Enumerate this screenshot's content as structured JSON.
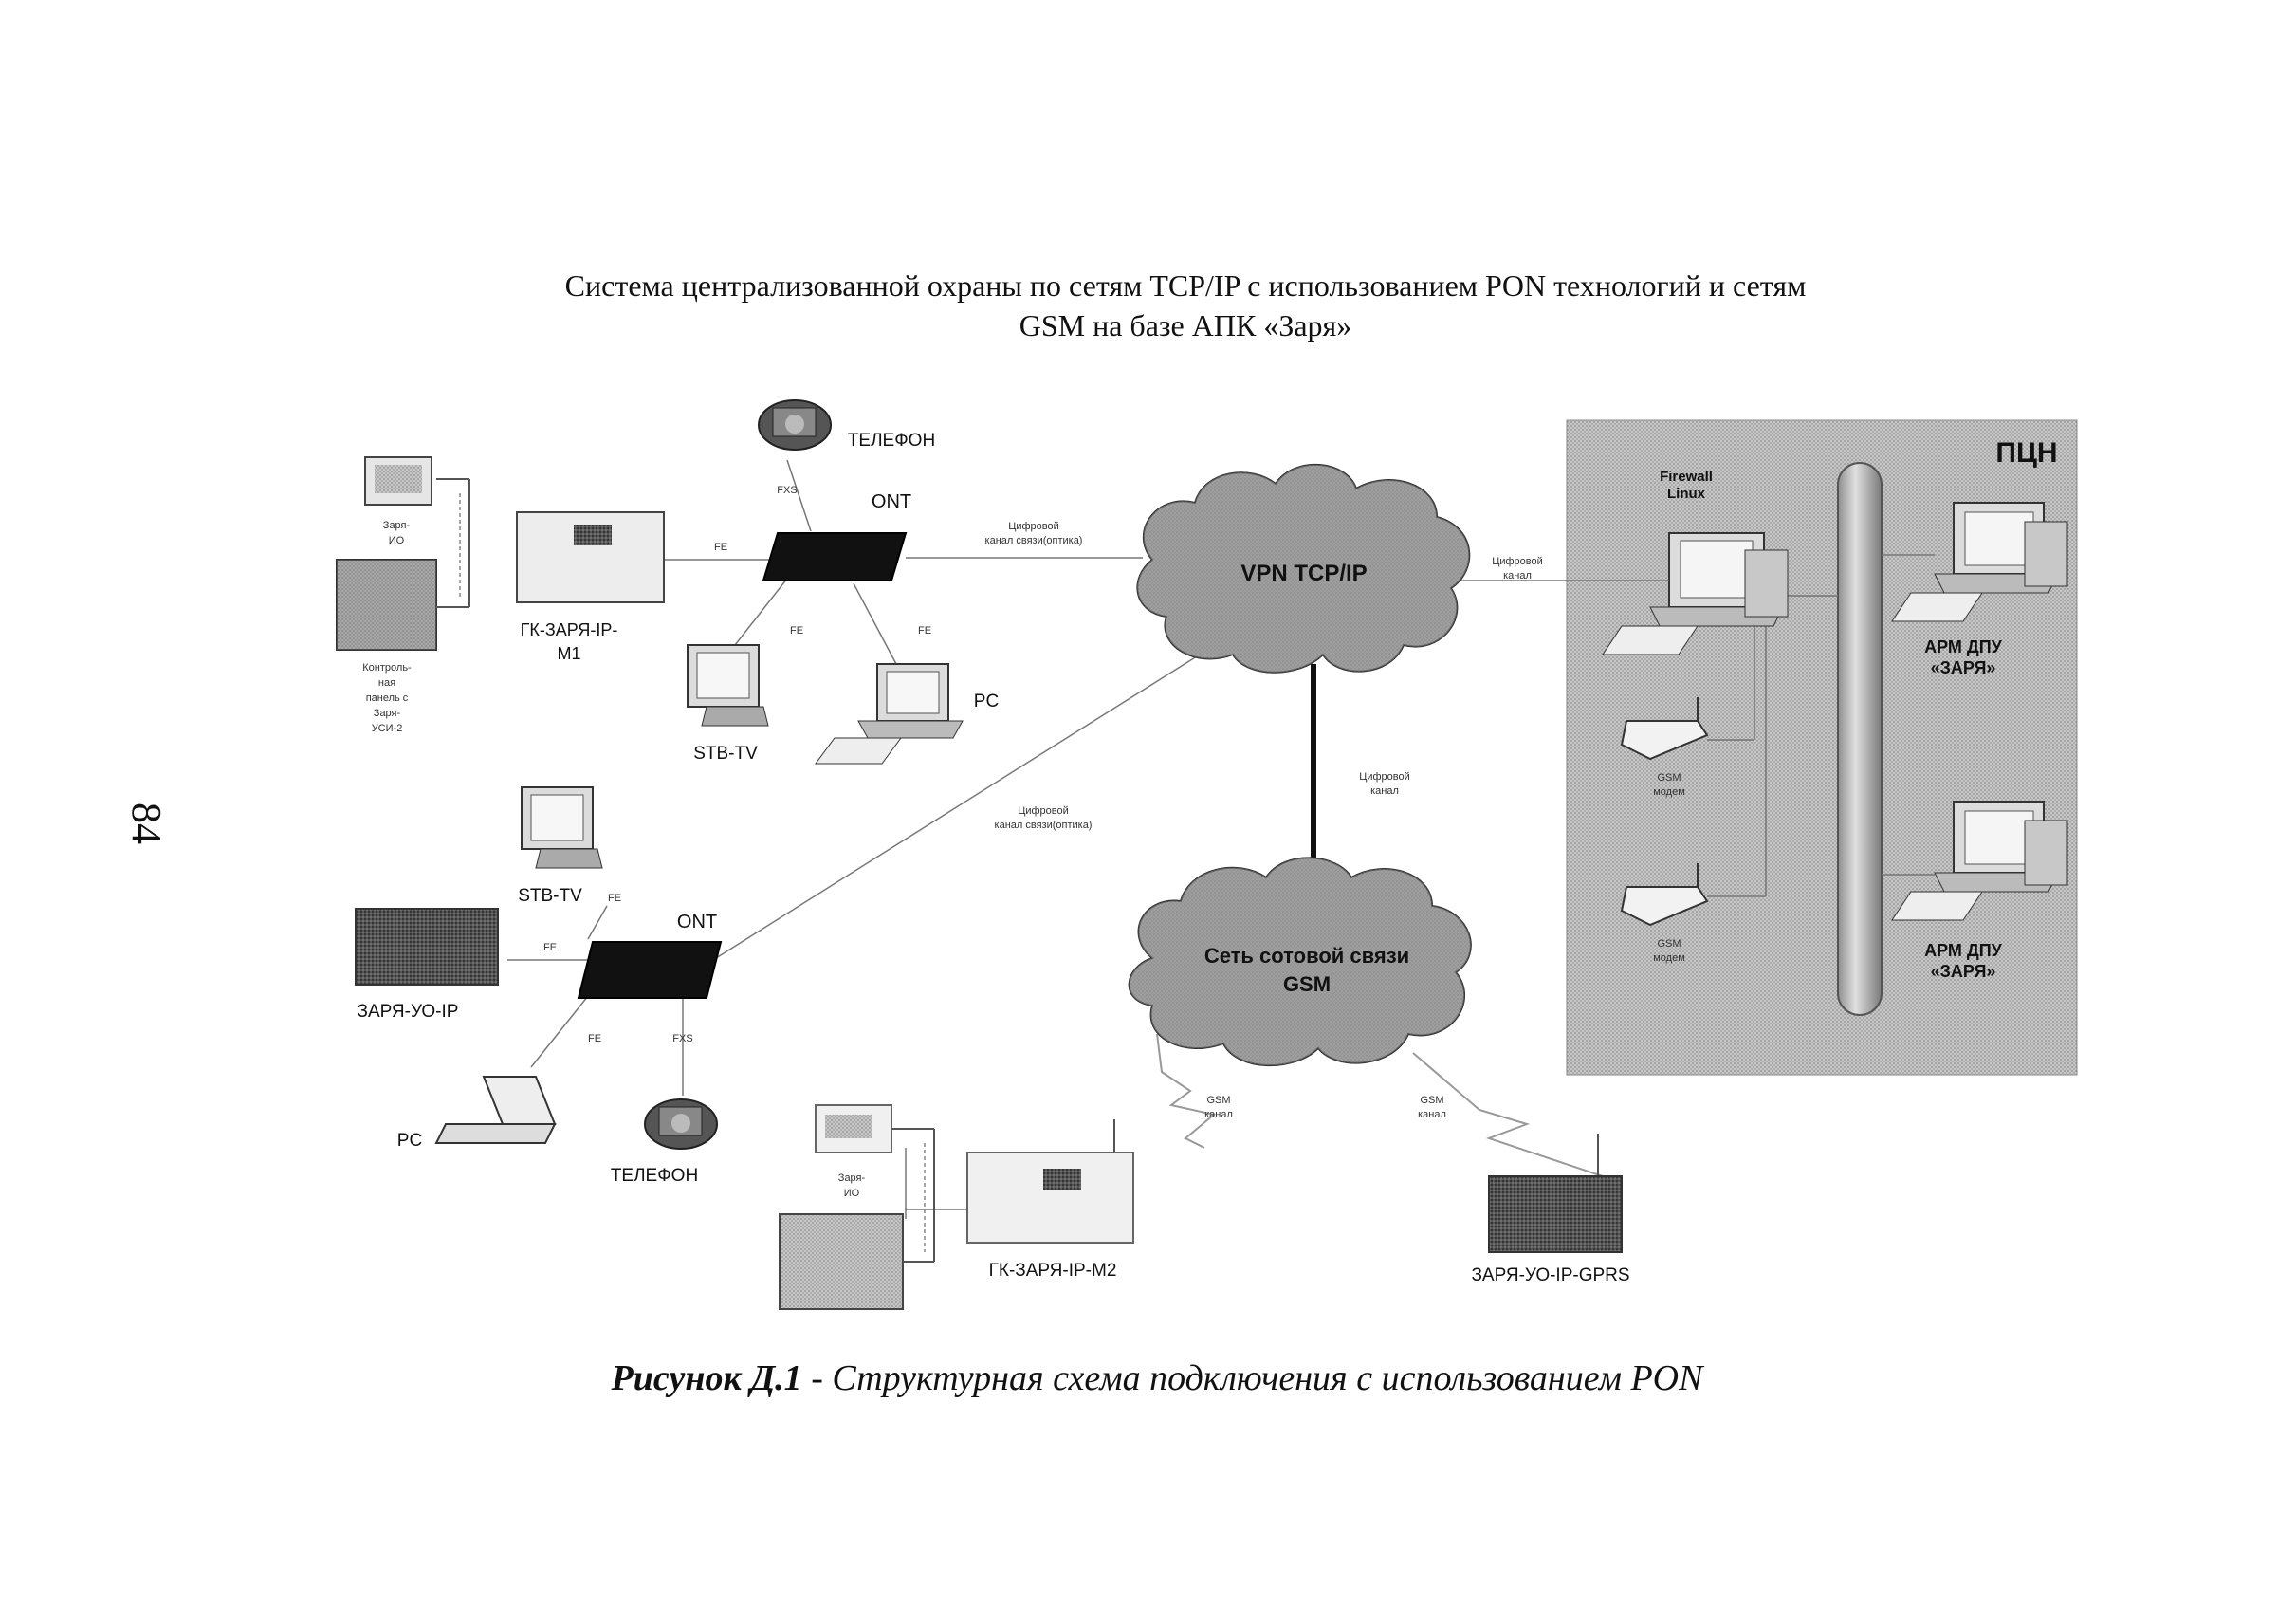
{
  "page": {
    "number": "84",
    "title_line1": "Система централизованной охраны по сетям TCP/IP с использованием PON технологий и  сетям",
    "title_line2": "GSM на базе АПК «Заря»",
    "caption_prefix": "Рисунок Д.1",
    "caption_text": " - Структурная схема подключения с использованием PON"
  },
  "diagram": {
    "pcn_label": "ПЦН",
    "firewall_label_1": "Firewall",
    "firewall_label_2": "Linux",
    "arm1_label_1": "АРМ ДПУ",
    "arm1_label_2": "«ЗАРЯ»",
    "arm2_label_1": "АРМ ДПУ",
    "arm2_label_2": "«ЗАРЯ»",
    "vpn_label": "VPN TCP/IP",
    "gsm_cloud_label_1": "Сеть сотовой связи",
    "gsm_cloud_label_2": "GSM",
    "top": {
      "phone_label": "ТЕЛЕФОН",
      "ont_label": "ONT",
      "fxs_label": "FXS",
      "fe_main_label": "FE",
      "fe_tv_label": "FE",
      "fe_pc_label": "FE",
      "gk_label_1": "ГК-ЗАРЯ-IP-",
      "gk_label_2": "М1",
      "stb_label": "STB-TV",
      "pc_label": "PC",
      "zarya_io_label_1": "Заря-",
      "zarya_io_label_2": "ИО",
      "panel_label_1": "Контроль-",
      "panel_label_2": "ная",
      "panel_label_3": "панель с",
      "panel_label_4": "Заря-",
      "panel_label_5": "УСИ-2",
      "link_label_1": "Цифровой",
      "link_label_2": "канал связи(оптика)"
    },
    "bottom": {
      "stb_label": "STB-TV",
      "fe_tv_label": "FE",
      "ont_label": "ONT",
      "fe_uo_label": "FE",
      "uo_label": "ЗАРЯ-УО-IP",
      "fe_pc_label": "FE",
      "fxs_label": "FXS",
      "pc_label": "PC",
      "phone_label": "ТЕЛЕФОН",
      "link_label_1": "Цифровой",
      "link_label_2": "канал связи(оптика)"
    },
    "vpn_link_label_1": "Цифровой",
    "vpn_link_label_2": "канал",
    "gsm_vertical_label_1": "Цифровой",
    "gsm_vertical_label_2": "канал",
    "modem1_label_1": "GSM",
    "modem1_label_2": "модем",
    "modem2_label_1": "GSM",
    "modem2_label_2": "модем",
    "gsm_link1_label_1": "GSM",
    "gsm_link1_label_2": "канал",
    "gsm_link2_label_1": "GSM",
    "gsm_link2_label_2": "канал",
    "gk_m2_label": "ГК-ЗАРЯ-IP-М2",
    "zarya_io_b_label_1": "Заря-",
    "zarya_io_b_label_2": "ИО",
    "gprs_label": "ЗАРЯ-УО-IP-GPRS"
  },
  "colors": {
    "pcn_background": "#bdbdbd",
    "cloud": "#8a8a8a",
    "ont": "#111111"
  }
}
